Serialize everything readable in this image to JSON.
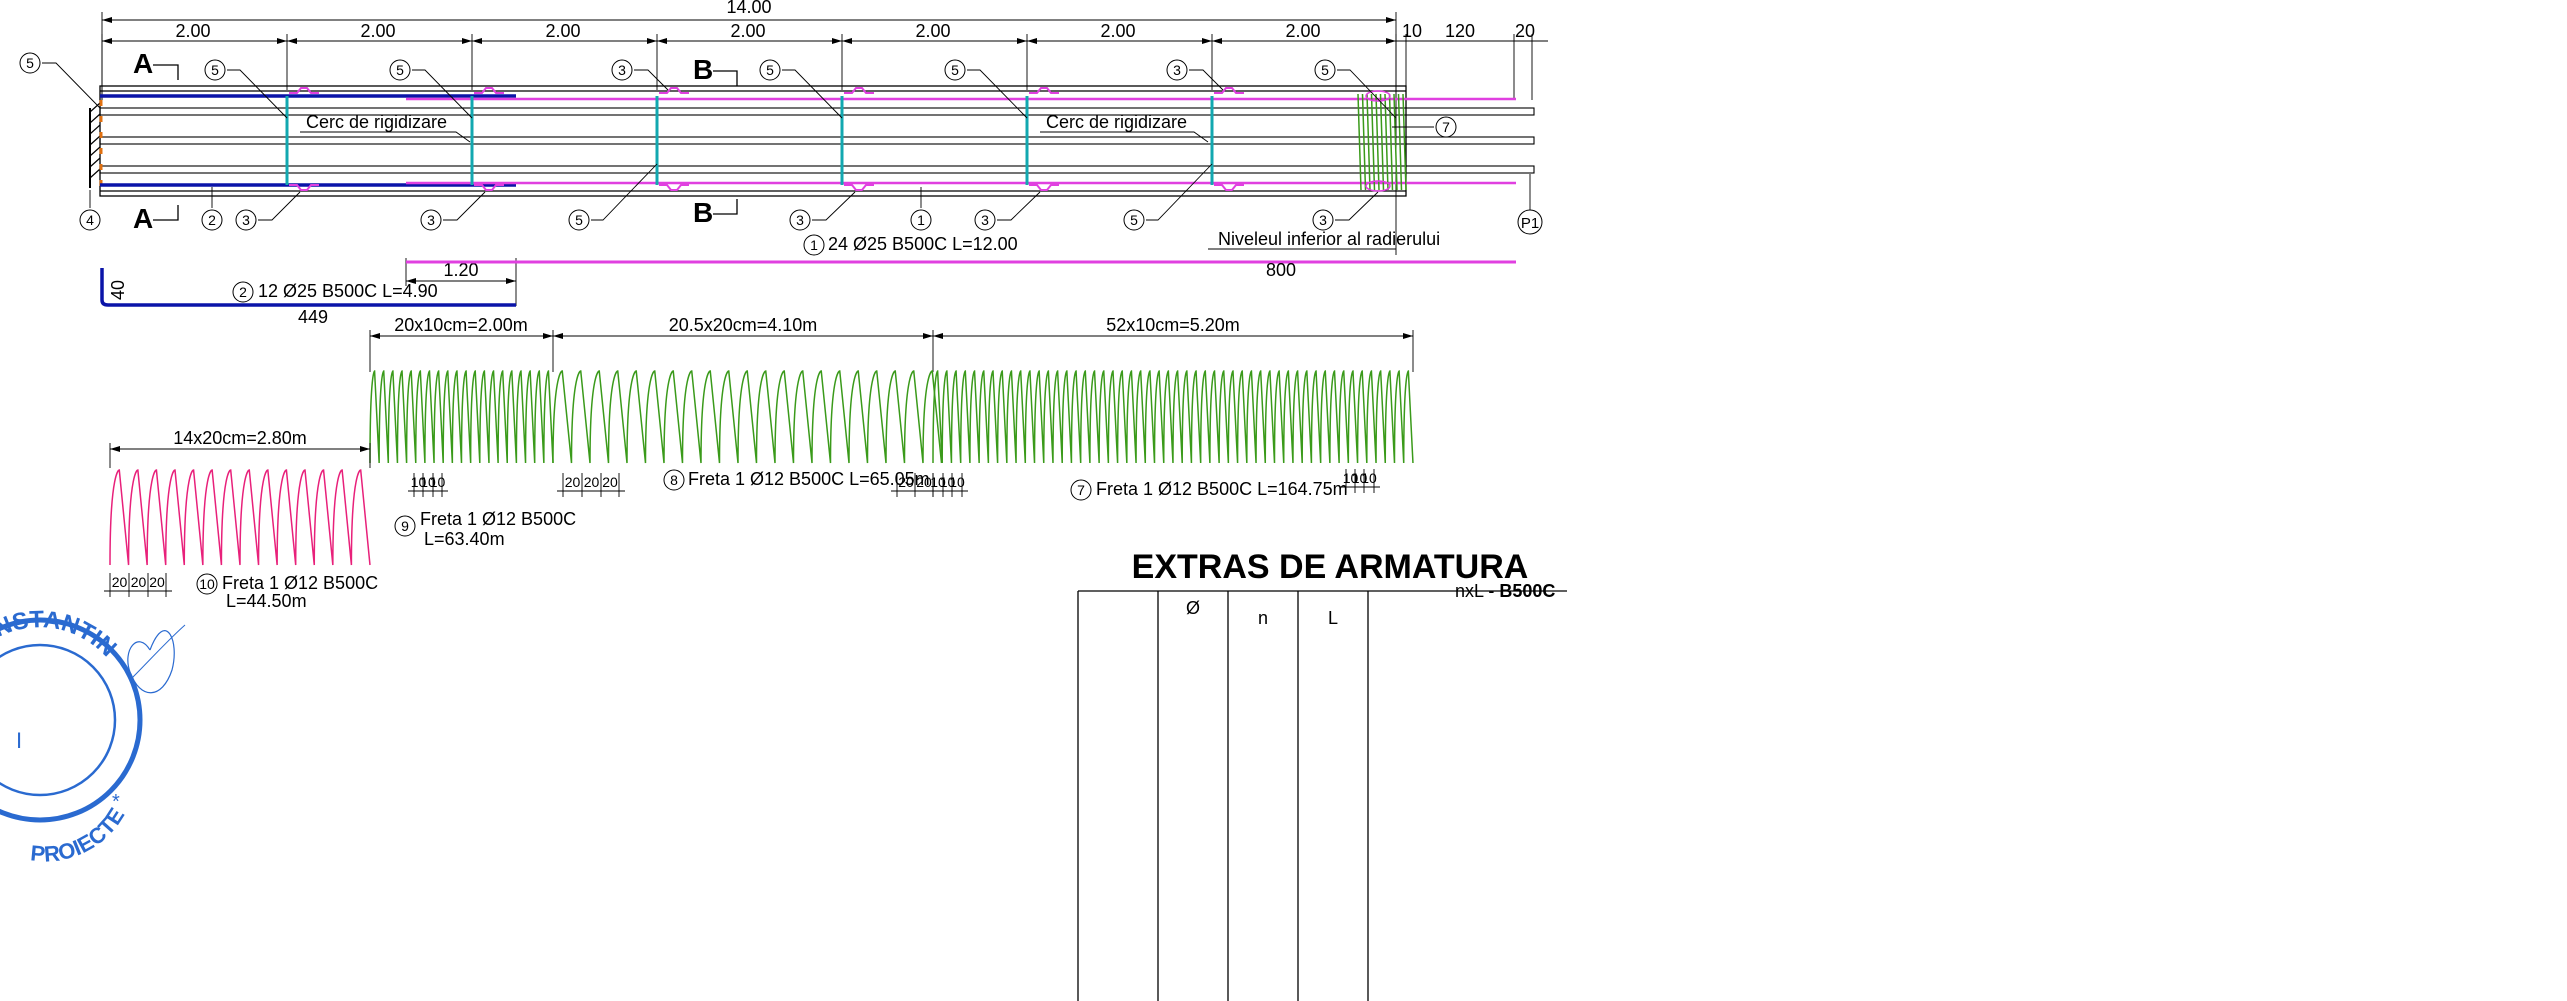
{
  "top_dims": {
    "total": "14.00",
    "bays": [
      "2.00",
      "2.00",
      "2.00",
      "2.00",
      "2.00",
      "2.00",
      "2.00"
    ],
    "end_10": "10",
    "end_120": "120",
    "end_20": "20"
  },
  "sections": {
    "a": "A",
    "b": "B"
  },
  "markers": {
    "m1": "1",
    "m2": "2",
    "m3": "3",
    "m4": "4",
    "m5": "5",
    "m7": "7",
    "m8": "8",
    "m9": "9",
    "m10": "10",
    "p1": "P1"
  },
  "labels": {
    "cerc1": "Cerc de rigidizare",
    "cerc2": "Cerc de rigidizare",
    "bar1": "24 Ø25 B500C L=12.00",
    "nivel": "Niveleul inferior al radierului",
    "dim_120": "1.20",
    "dim_800": "800",
    "dim_40": "40",
    "bar2": "12 Ø25 B500C L=4.90",
    "dim_449": "449"
  },
  "spiral": {
    "seg1": "20x10cm=2.00m",
    "seg2": "20.5x20cm=4.10m",
    "seg3": "52x10cm=5.20m",
    "seg4": "14x20cm=2.80m",
    "d20": "20",
    "d10": "10",
    "freta8": "Freta 1 Ø12 B500C L=65.05m",
    "freta7": "Freta 1 Ø12 B500C L=164.75m",
    "freta9_l1": "Freta 1 Ø12 B500C",
    "freta9_l2": "L=63.40m",
    "freta10_l1": "Freta 1 Ø12 B500C",
    "freta10_l2": "L=44.50m"
  },
  "stamp": {
    "text1": "CONSTANTIN",
    "text2": "PROIECTE"
  },
  "table": {
    "title": "EXTRAS DE ARMATURA",
    "h_diam": "Ø",
    "h_n": "n",
    "h_l": "L",
    "h_nxl": "nxL - ",
    "h_steel": "B500C"
  },
  "colors": {
    "blue": "#0a14a8",
    "magenta": "#e040e0",
    "cyan": "#12a8b0",
    "green": "#3a9a1a",
    "pink": "#e8207a",
    "orange": "#e07010",
    "stamp": "#2a6ad0"
  }
}
